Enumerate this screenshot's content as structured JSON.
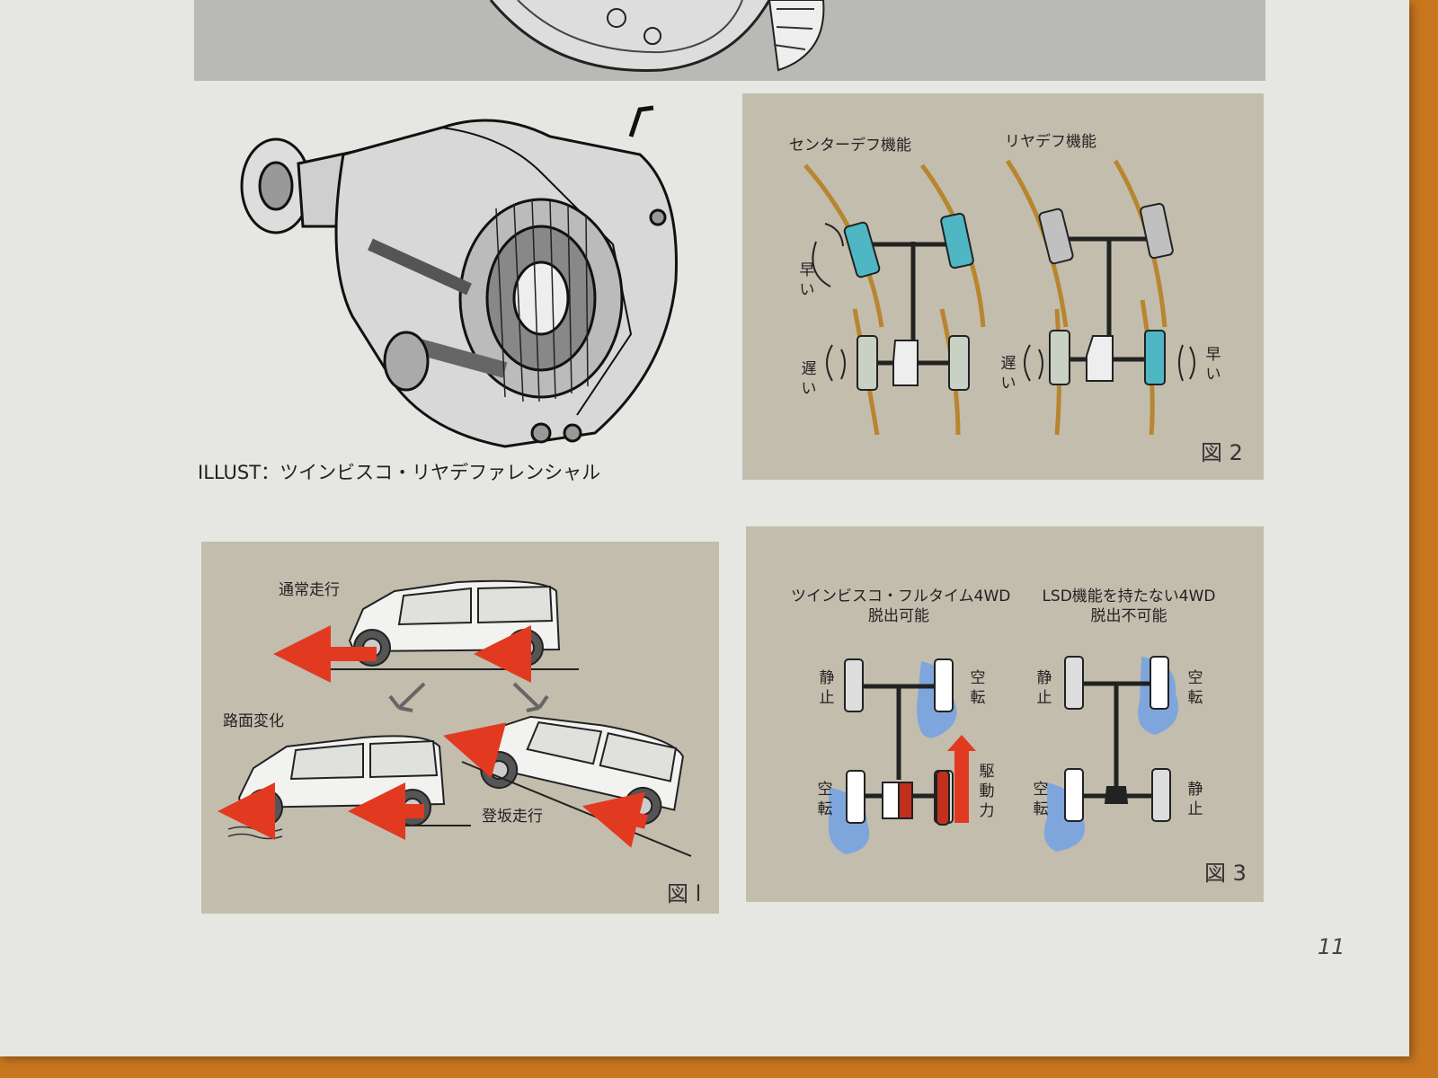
{
  "illustration": {
    "caption": "ILLUST：ツインビスコ・リヤデファレンシャル"
  },
  "fig1": {
    "label_normal": "通常走行",
    "label_road_change": "路面変化",
    "label_climb": "登坂走行",
    "figure_number": "図 l"
  },
  "fig2": {
    "title_center": "センターデフ機能",
    "title_rear": "リヤデフ機能",
    "fast_left": "早い",
    "slow_left": "遅い",
    "slow_right": "遅い",
    "fast_right": "早い",
    "figure_number": "図 2"
  },
  "fig3": {
    "left_title_1": "ツインビスコ・フルタイム4WD",
    "left_title_2": "脱出可能",
    "right_title_1": "LSD機能を持たない4WD",
    "right_title_2": "脱出不可能",
    "l_static": "静止",
    "l_spin_top": "空転",
    "l_spin_bottom": "空転",
    "l_drive": "駆動力",
    "r_static_top": "静止",
    "r_spin_top": "空転",
    "r_spin_bottom": "空転",
    "r_static_bottom": "静止",
    "figure_number": "図 3"
  },
  "page": {
    "number": "11"
  },
  "colors": {
    "panel": "#c3bdae",
    "page": "#e6e6e2",
    "cyan": "#4fb7c4",
    "red_arrow": "#e23a20",
    "spin_blue": "#7fa6dc"
  }
}
